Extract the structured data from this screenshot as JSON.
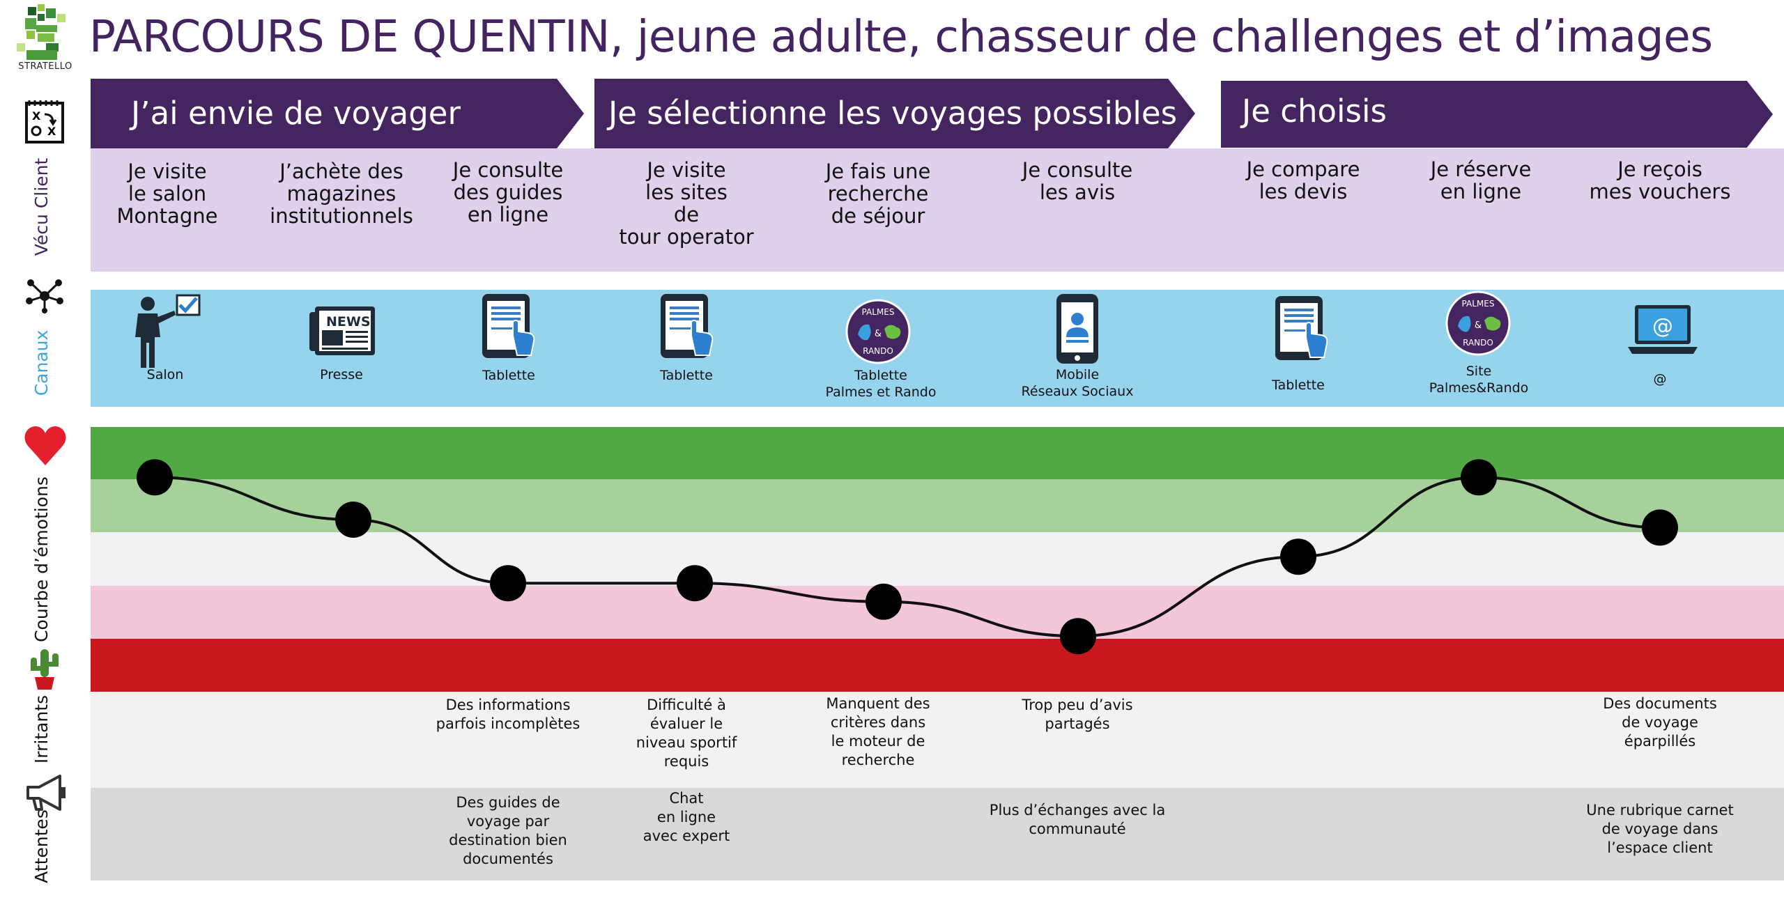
{
  "header": {
    "title": "PARCOURS DE QUENTIN, jeune adulte, chasseur de challenges et d’images",
    "logo_text": "STRATELLO"
  },
  "stages": [
    {
      "label": "J’ai envie de voyager"
    },
    {
      "label": "Je sélectionne les voyages possibles"
    },
    {
      "label": "Je choisis"
    }
  ],
  "side_labels": {
    "vecu": "Vécu Client",
    "canaux": "Canaux",
    "emotions": "Courbe d’émotions",
    "irritants": "Irritants",
    "attentes": "Attentes"
  },
  "colors": {
    "title": "#432460",
    "stage": "#45255f",
    "vecu": "#dfd1eb",
    "canaux": "#96d4ee",
    "emotion_bands": [
      "#52a845",
      "#a7d19a",
      "#f2f2f2",
      "#f4c6da",
      "#c8181e"
    ]
  },
  "steps": [
    {
      "text": "Je visite\nle salon\nMontagne"
    },
    {
      "text": "J’achète des\nmagazines\ninstitutionnels"
    },
    {
      "text": "Je consulte\ndes guides\nen ligne"
    },
    {
      "text": "Je visite\nles sites\nde\ntour operator"
    },
    {
      "text": "Je fais une\nrecherche\nde séjour"
    },
    {
      "text": "Je consulte\nles avis"
    },
    {
      "text": "Je compare\nles devis"
    },
    {
      "text": "Je réserve\nen ligne"
    },
    {
      "text": "Je reçois\nmes vouchers"
    }
  ],
  "channels": [
    {
      "label": "Salon",
      "icon": "presenter-icon"
    },
    {
      "label": "Presse",
      "icon": "newspaper-icon",
      "icon_text": "NEWS"
    },
    {
      "label": "Tablette",
      "icon": "tablet-icon"
    },
    {
      "label": "Tablette",
      "icon": "tablet-icon"
    },
    {
      "label": "Tablette\nPalmes et Rando",
      "icon": "palmes-rando-logo",
      "logo_lines": [
        "PALMES",
        "&",
        "RANDO"
      ]
    },
    {
      "label": "Mobile\nRéseaux Sociaux",
      "icon": "mobile-icon"
    },
    {
      "label": "Tablette",
      "icon": "tablet-icon"
    },
    {
      "label": "Site\nPalmes&Rando",
      "icon": "palmes-rando-logo",
      "logo_lines": [
        "PALMES",
        "&",
        "RANDO"
      ]
    },
    {
      "label": "@",
      "icon": "laptop-icon",
      "icon_text": "@"
    }
  ],
  "emotion_curve": {
    "scale": "1 = top (very positive) … 5 = bottom (very negative)",
    "points": [
      1.45,
      2.25,
      3.45,
      3.45,
      3.8,
      4.45,
      2.95,
      1.45,
      2.4
    ]
  },
  "irritants": [
    {
      "step": 2,
      "text": "Des informations\nparfois incomplètes"
    },
    {
      "step": 3,
      "text": "Difficulté à\névaluer le\nniveau sportif\nrequis"
    },
    {
      "step": 4,
      "text": "Manquent des\ncritères dans\nle moteur de\nrecherche"
    },
    {
      "step": 5,
      "text": "Trop peu d’avis\npartagés"
    },
    {
      "step": 8,
      "text": "Des documents\nde voyage\néparpillés"
    }
  ],
  "attentes": [
    {
      "step": 2,
      "text": "Des guides de\nvoyage par\ndestination bien\ndocumentés"
    },
    {
      "step": 3,
      "text": "Chat\nen ligne\navec expert"
    },
    {
      "step": 5,
      "text": "Plus d’échanges avec la\ncommunauté"
    },
    {
      "step": 8,
      "text": "Une rubrique carnet\nde voyage dans\nl’espace client"
    }
  ]
}
